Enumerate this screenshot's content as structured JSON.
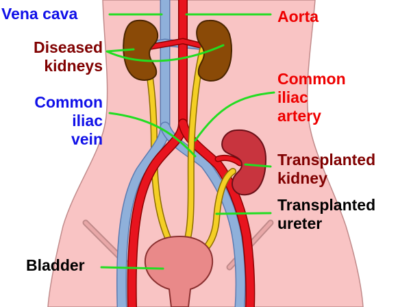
{
  "labels": {
    "vena_cava": {
      "text": "Vena cava",
      "color": "#1010e8"
    },
    "aorta": {
      "text": "Aorta",
      "color": "#ee0000"
    },
    "diseased_kidneys": {
      "line1": "Diseased",
      "line2": "kidneys",
      "color": "#800000"
    },
    "common_iliac_artery": {
      "line1": "Common",
      "line2": "iliac",
      "line3": "artery",
      "color": "#ee0000"
    },
    "common_iliac_vein": {
      "line1": "Common",
      "line2": "iliac",
      "line3": "vein",
      "color": "#1010e8"
    },
    "transplanted_kidney": {
      "line1": "Transplanted",
      "line2": "kidney",
      "color": "#800000"
    },
    "transplanted_ureter": {
      "line1": "Transplanted",
      "line2": "ureter",
      "color": "#000000"
    },
    "bladder": {
      "text": "Bladder",
      "color": "#000000"
    }
  },
  "colors": {
    "body": "#f9c4c4",
    "body_outline": "#c08a8a",
    "vein": "#8fb0da",
    "artery": "#e8141e",
    "ureter": "#f4cf25",
    "kidney_diseased": "#8a4a07",
    "kidney_transplant": "#c8343e",
    "bladder": "#e98989",
    "pointer": "#22dd22"
  }
}
